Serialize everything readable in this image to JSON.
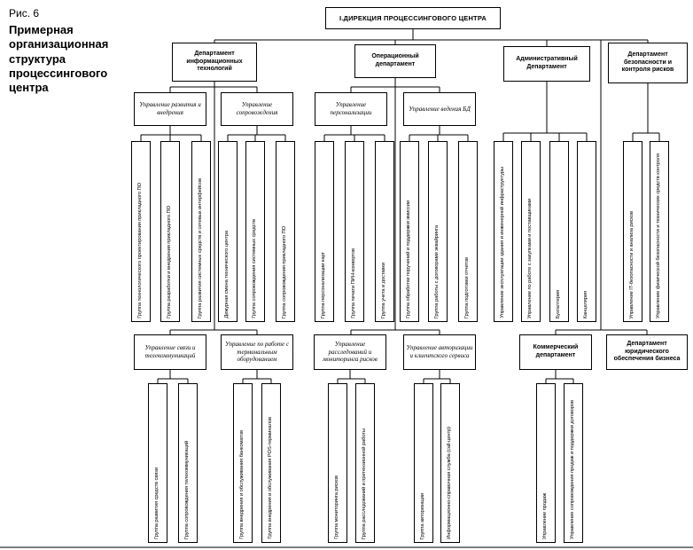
{
  "figure": {
    "number": "Рис. 6",
    "title": "Примерная организационная структура процессингового центра"
  },
  "colors": {
    "line": "#000000",
    "box_background": "#ffffff",
    "text": "#000000"
  },
  "nodes": {
    "root": "I.ДИРЕКЦИЯ ПРОЦЕССИНГОВОГО ЦЕНТРА",
    "dept_it": "Департамент информационных технологий",
    "dept_oper": "Операционный департамент",
    "dept_admin": "Административный Департамент",
    "dept_sec": "Департамент безопасности и контроля рисков",
    "upr_razvitiya": "Управление развития и внедрения",
    "upr_soprov": "Управление сопровождения",
    "upr_personal": "Управление персонализации",
    "upr_vedeniya": "Управление ведения БД",
    "g_it1": "Группа технологического проектирования прикладного ПО",
    "g_it2": "Группа разработки и внедрения прикладного ПО",
    "g_it3": "Группа развития системных средств и сетевых интерфейсов",
    "g_sup1": "Дежурная смена технического центра",
    "g_sup2": "Группа сопровождения системных средств",
    "g_sup3": "Группа сопровождения прикладного ПО",
    "g_pers1": "Группа персонализации карт",
    "g_pers2": "Группа печати ПИН-конвертов",
    "g_pers3": "Группа учета и доставки",
    "g_db1": "Группа обработки поручений и поддержки эмиссии",
    "g_db2": "Группа работы с договорами эквайринга",
    "g_db3": "Группа подготовки отчетов",
    "g_adm1": "Управление эксплуатации здания и инженерной инфраструктуры",
    "g_adm2": "Управление по работе с закупками и поставщиками",
    "g_adm3": "Бухгалтерия",
    "g_adm4": "Канцелярия",
    "g_sec1": "Управление IT-безопасности и анализа рисков",
    "g_sec2": "Управление физической безопасности и технических средств контроля",
    "upr_svyazi": "Управление связи и телекоммуникаций",
    "upr_terminal": "Управление по работе с терминальным оборудованием",
    "upr_rassled": "Управление расследований и мониторинга рисков",
    "upr_avtor": "Управление авторизации и клиентского сервиса",
    "dept_komm": "Коммерческий департамент",
    "dept_jur": "Департамент юридического обеспечения бизнеса",
    "g_sv1": "Группа развития средств связи",
    "g_sv2": "Группа сопровождения телекоммуникаций",
    "g_term1": "Группа внедрения и обслуживания банкоматов",
    "g_term2": "Группа внедрения и обслуживания POS-терминалов",
    "g_risk1": "Группа мониторинга рисков",
    "g_risk2": "Группа расследований и претензионной работы",
    "g_avt1": "Группа авторизации",
    "g_avt2": "Информационно-справочная служба (call-центр)",
    "g_komm1": "Управление продаж",
    "g_komm2": "Управление сопровождения продаж и поддержки договоров"
  }
}
